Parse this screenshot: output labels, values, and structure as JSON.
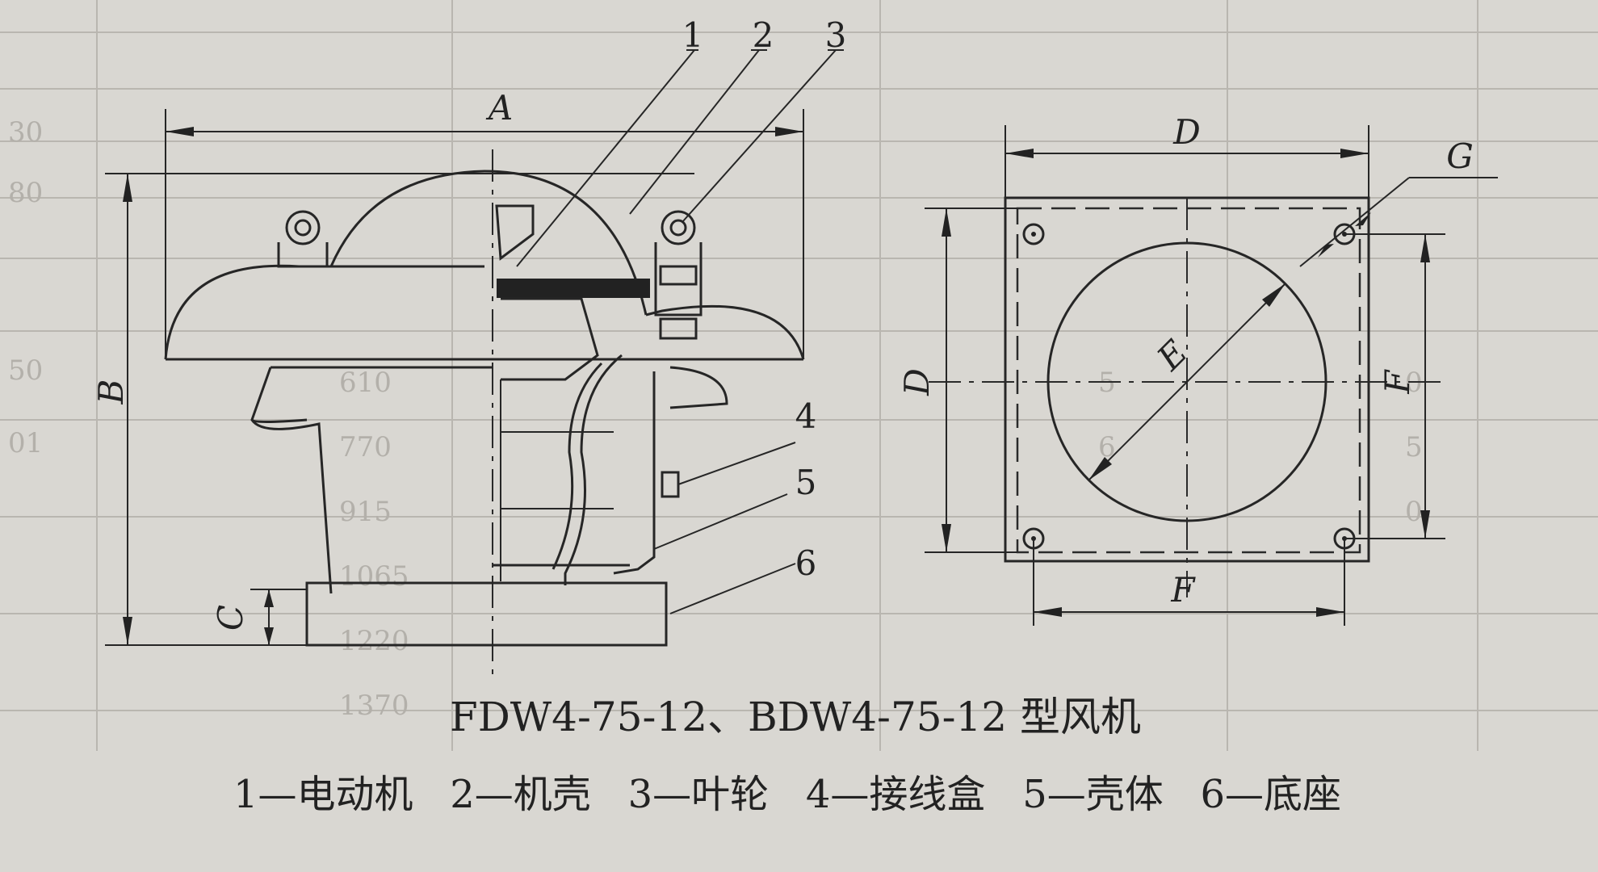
{
  "figure": {
    "title": "FDW4-75-12、BDW4-75-12 型风机",
    "legend": "1—电动机   2—机壳   3—叶轮   4—接线盒   5—壳体   6—底座"
  },
  "part_numbers": [
    "1",
    "2",
    "3",
    "4",
    "5",
    "6"
  ],
  "dimension_labels": {
    "A": "A",
    "B": "B",
    "C": "C",
    "D_top": "D",
    "D_side": "D",
    "E": "E",
    "F_side": "F",
    "F_bottom": "F",
    "G": "G"
  }
}
